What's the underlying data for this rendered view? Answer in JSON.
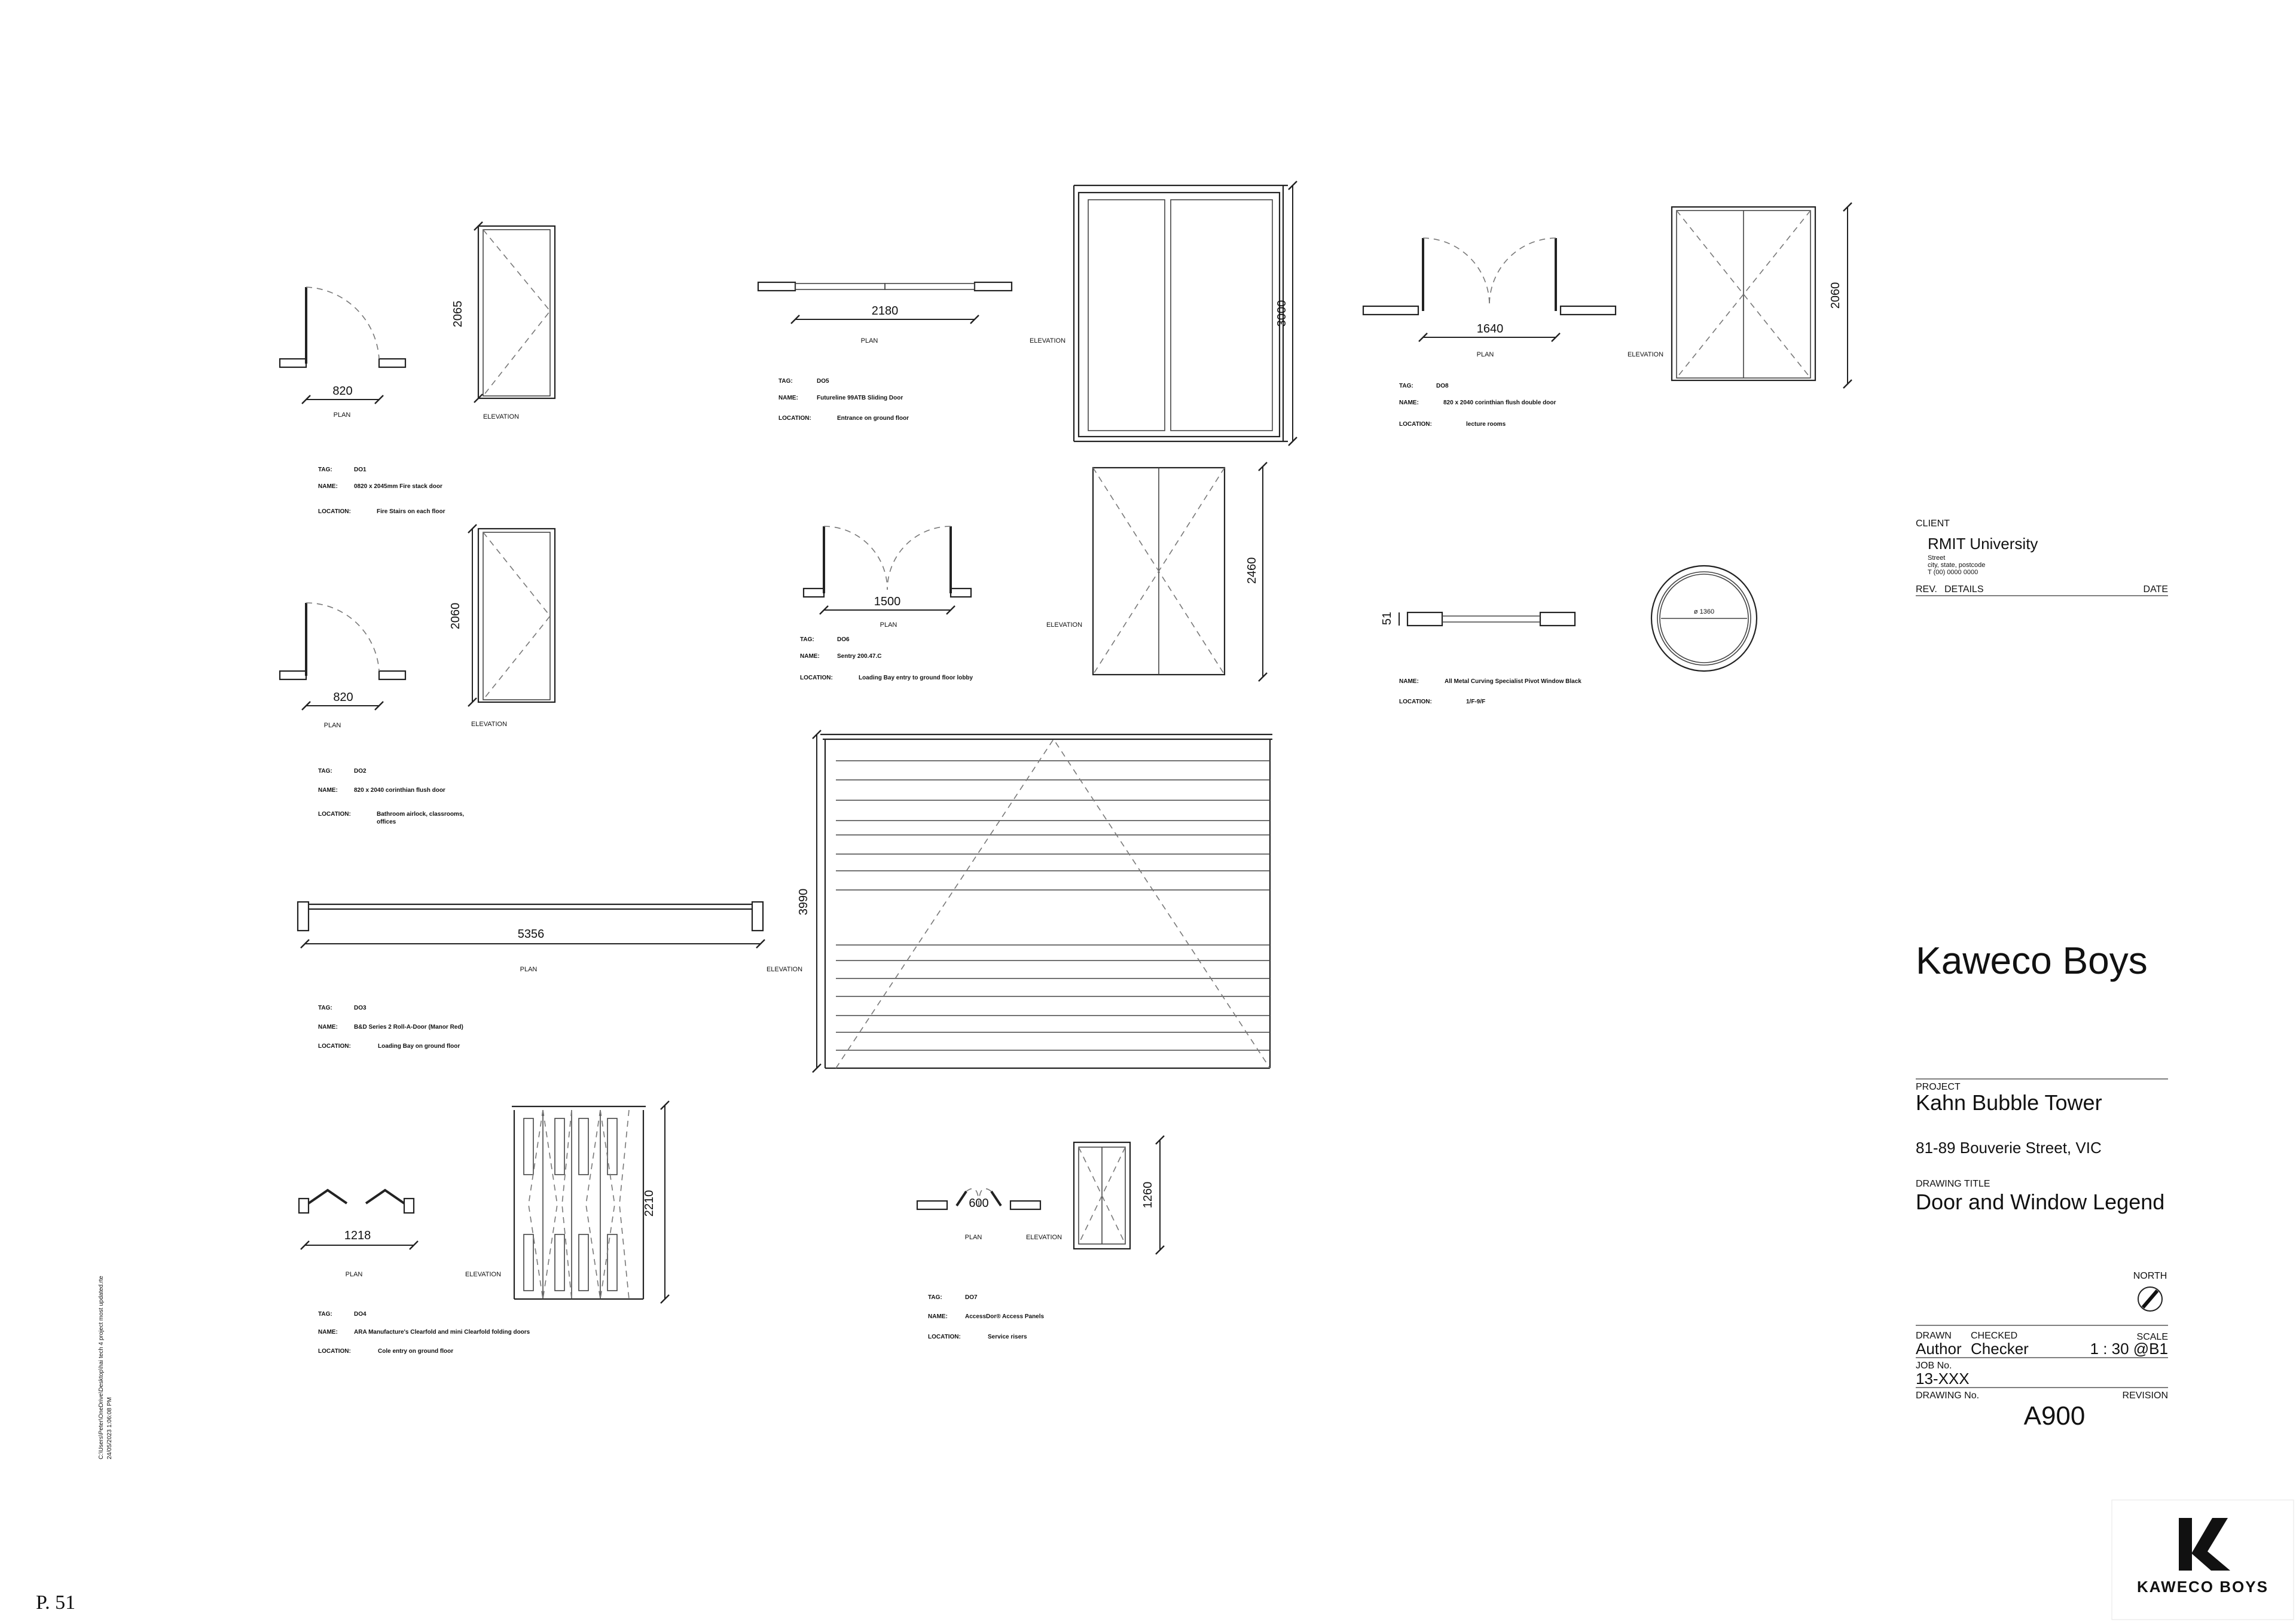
{
  "doors": {
    "d01": {
      "width": "820",
      "height": "2065",
      "plan": "PLAN",
      "elevation": "ELEVATION",
      "tag_label": "TAG:",
      "tag": "DO1",
      "name_label": "NAME:",
      "name": "0820 x 2045mm Fire stack door",
      "location_label": "LOCATION:",
      "location": "Fire Stairs on each floor"
    },
    "d02": {
      "width": "820",
      "height": "2060",
      "plan": "PLAN",
      "elevation": "ELEVATION",
      "tag_label": "TAG:",
      "tag": "DO2",
      "name_label": "NAME:",
      "name": "820 x 2040 corinthian flush door",
      "location_label": "LOCATION:",
      "location": "Bathroom airlock, classrooms,",
      "location2": "offices"
    },
    "d03": {
      "width": "5356",
      "height": "3990",
      "plan": "PLAN",
      "elevation": "ELEVATION",
      "tag_label": "TAG:",
      "tag": "DO3",
      "name_label": "NAME:",
      "name": "B&D Series 2 Roll-A-Door (Manor Red)",
      "location_label": "LOCATION:",
      "location": "Loading Bay on ground floor"
    },
    "d04": {
      "width": "1218",
      "height": "2210",
      "plan": "PLAN",
      "elevation": "ELEVATION",
      "tag_label": "TAG:",
      "tag": "DO4",
      "name_label": "NAME:",
      "name": "ARA Manufacture's Clearfold and mini Clearfold folding doors",
      "location_label": "LOCATION:",
      "location": "Cole entry on ground floor"
    },
    "d05": {
      "width": "2180",
      "height": "3000",
      "plan": "PLAN",
      "elevation": "ELEVATION",
      "tag_label": "TAG:",
      "tag": "DO5",
      "name_label": "NAME:",
      "name": "Futureline 99ATB Sliding Door",
      "location_label": "LOCATION:",
      "location": "Entrance on ground floor"
    },
    "d06": {
      "width": "1500",
      "height": "2460",
      "plan": "PLAN",
      "elevation": "ELEVATION",
      "tag_label": "TAG:",
      "tag": "DO6",
      "name_label": "NAME:",
      "name": "Sentry 200.47.C",
      "location_label": "LOCATION:",
      "location": "Loading Bay entry to ground floor lobby"
    },
    "d07": {
      "width": "600",
      "height": "1260",
      "plan": "PLAN",
      "elevation": "ELEVATION",
      "tag_label": "TAG:",
      "tag": "DO7",
      "name_label": "NAME:",
      "name": "AccessDor® Access Panels",
      "location_label": "LOCATION:",
      "location": "Service risers"
    },
    "d08": {
      "width": "1640",
      "height": "2060",
      "plan": "PLAN",
      "elevation": "ELEVATION",
      "tag_label": "TAG:",
      "tag": "DO8",
      "name_label": "NAME:",
      "name": "820 x 2040 corinthian flush double door",
      "location_label": "LOCATION:",
      "location": "lecture rooms"
    }
  },
  "window": {
    "depth": "51",
    "diameter": "ø 1360",
    "name_label": "NAME:",
    "name": "All Metal Curving Specialist Pivot Window Black",
    "location_label": "LOCATION:",
    "location": "1/F-9/F"
  },
  "title_block": {
    "client_label": "CLIENT",
    "client": "RMIT University",
    "client_street": "Street",
    "client_city": "city, state, postcode",
    "client_phone": "T (00) 0000 0000",
    "rev": "REV.",
    "details": "DETAILS",
    "date": "DATE",
    "company": "Kaweco Boys",
    "project_label": "PROJECT",
    "project": "Kahn Bubble Tower",
    "address": "81-89 Bouverie Street, VIC",
    "drawing_title_label": "DRAWING TITLE",
    "drawing_title": "Door and Window Legend",
    "north": "NORTH",
    "drawn_label": "DRAWN",
    "checked_label": "CHECKED",
    "scale_label": "SCALE",
    "drawn": "Author",
    "checked": "Checker",
    "scale": "1 : 30 @B1",
    "job_label": "JOB No.",
    "job": "13-XXX",
    "drawing_no_label": "DRAWING No.",
    "revision_label": "REVISION",
    "drawing_no": "A900"
  },
  "file_path": "C:\\Users\\Peter\\OneDrive\\Desktop\\hai tech 4 project most updated.rte",
  "file_date": "24/05/2023 1:06:08 PM",
  "logo_text": "KAWECO BOYS",
  "page_number": "P. 51"
}
